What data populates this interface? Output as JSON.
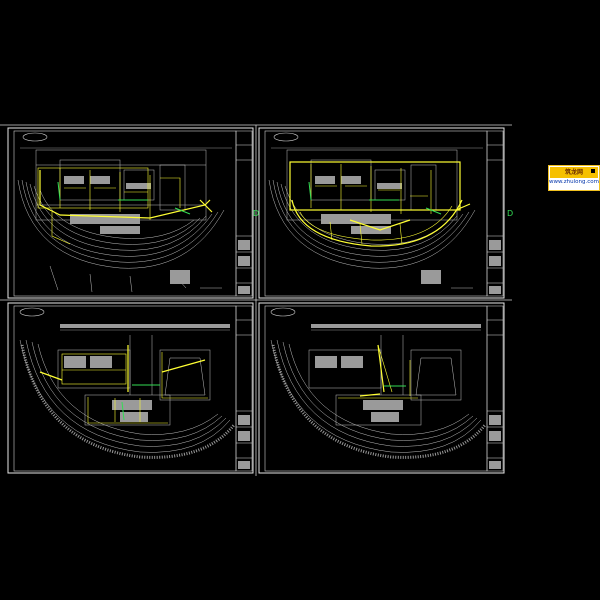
{
  "sheets": [
    {
      "id": "sheet-1",
      "variant": "stage-plan",
      "wiring": "light"
    },
    {
      "id": "sheet-2",
      "variant": "stage-plan",
      "wiring": "heavy"
    },
    {
      "id": "sheet-3",
      "variant": "ground-plan",
      "wiring": "mixed"
    },
    {
      "id": "sheet-4",
      "variant": "ground-plan",
      "wiring": "light"
    }
  ],
  "colors": {
    "background": "#000000",
    "linework": "#c8c8c8",
    "highlight": "#ffff33",
    "accent": "#33dd55",
    "logo_band": "#f6c000"
  },
  "marker_glyph": "D",
  "logo": {
    "band_text": "筑龙网",
    "url_text": "www.zhulong.com"
  }
}
